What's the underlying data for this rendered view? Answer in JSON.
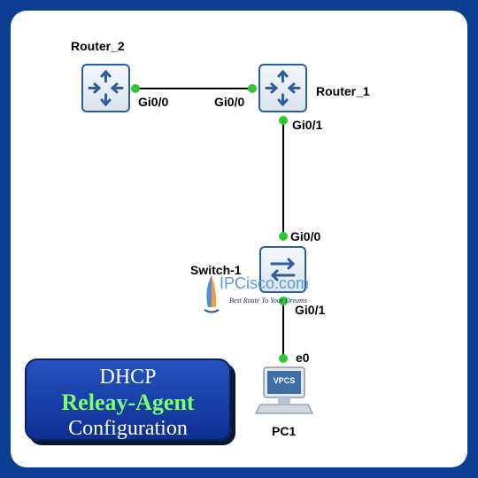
{
  "devices": {
    "router2": {
      "name": "Router_2",
      "port": "Gi0/0"
    },
    "router1": {
      "name": "Router_1",
      "port_left": "Gi0/0",
      "port_bottom": "Gi0/1"
    },
    "switch1": {
      "name": "Switch-1",
      "port_top": "Gi0/0",
      "port_bottom": "Gi0/1"
    },
    "pc1": {
      "name": "PC1",
      "port": "e0",
      "screen_label": "VPCS"
    }
  },
  "badge": {
    "line1": "DHCP",
    "line2": "Releay-Agent",
    "line3": "Configuration"
  },
  "watermark": {
    "name": "IPCisco.com",
    "tagline": "Best Route To Your Dreams"
  },
  "colors": {
    "frame": "#0b3d91",
    "link": "#000000",
    "port_dot": "#2ec82e",
    "device_border": "#2d5e9c",
    "badge_green_text": "#7dff6b"
  }
}
